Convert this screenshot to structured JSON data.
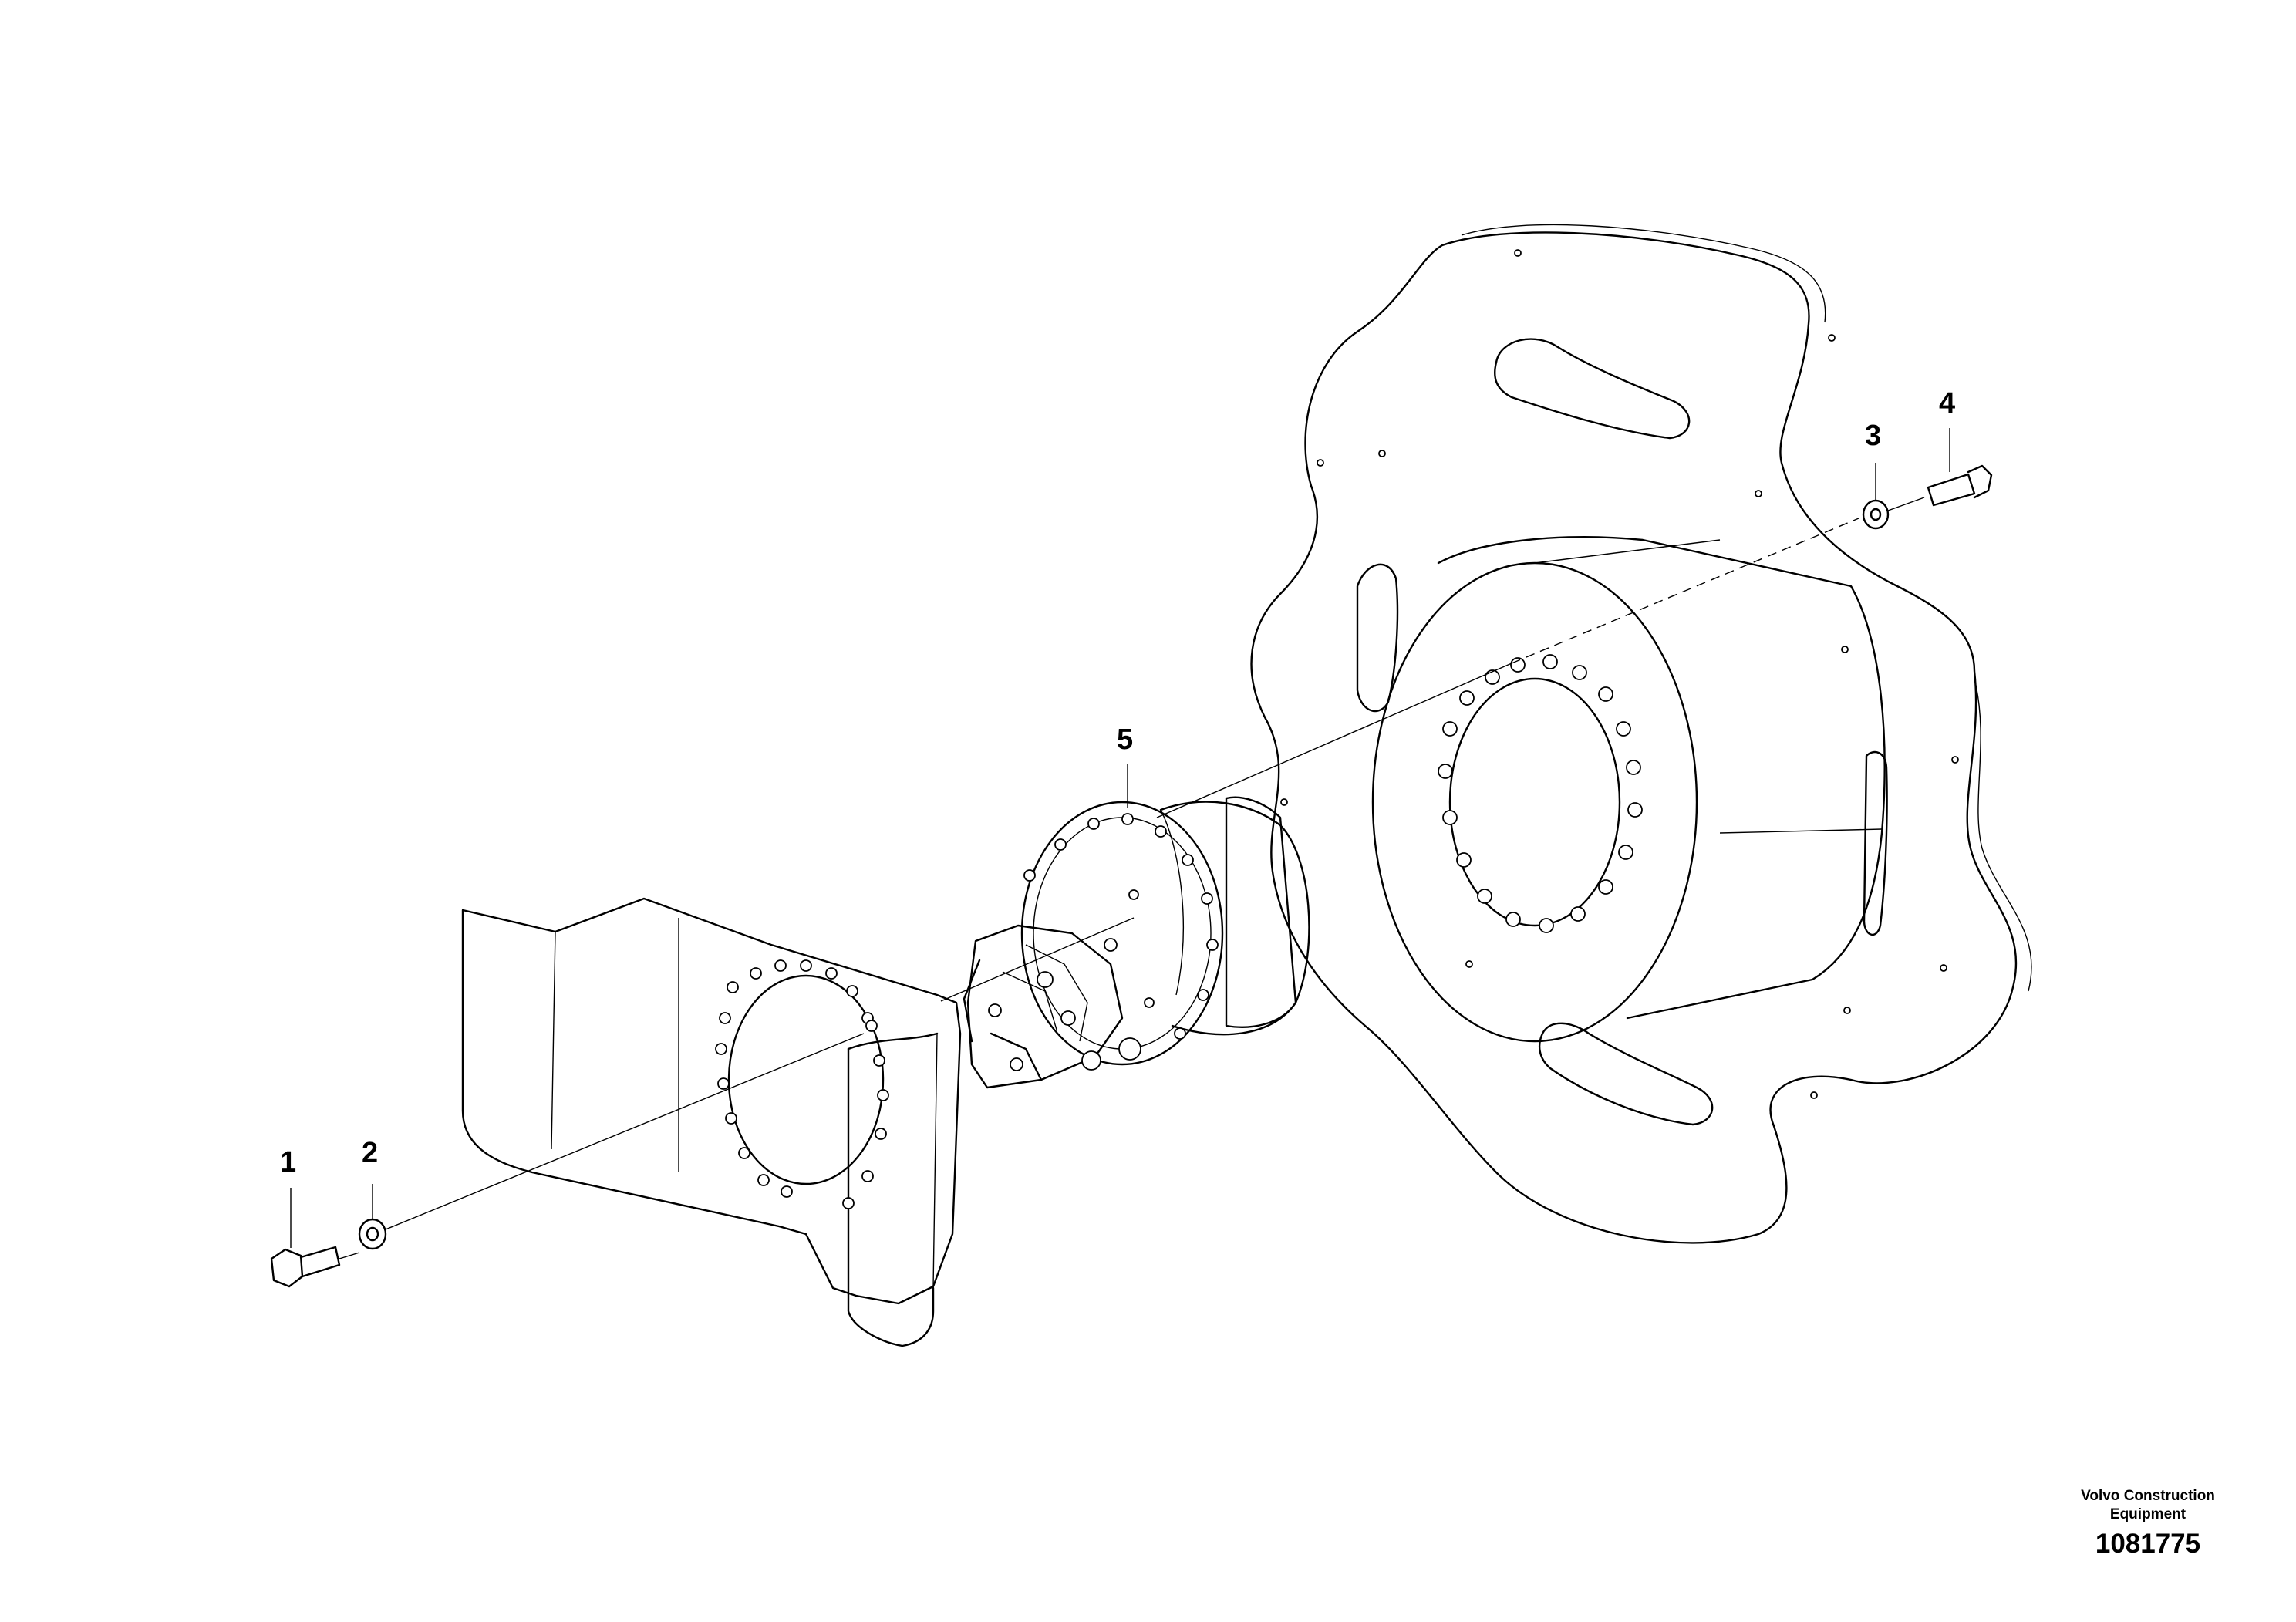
{
  "callouts": [
    {
      "id": "1",
      "label": "1"
    },
    {
      "id": "2",
      "label": "2"
    },
    {
      "id": "3",
      "label": "3"
    },
    {
      "id": "4",
      "label": "4"
    },
    {
      "id": "5",
      "label": "5"
    }
  ],
  "footer": {
    "manufacturer": "Volvo Construction Equipment",
    "document_number": "1081775"
  }
}
